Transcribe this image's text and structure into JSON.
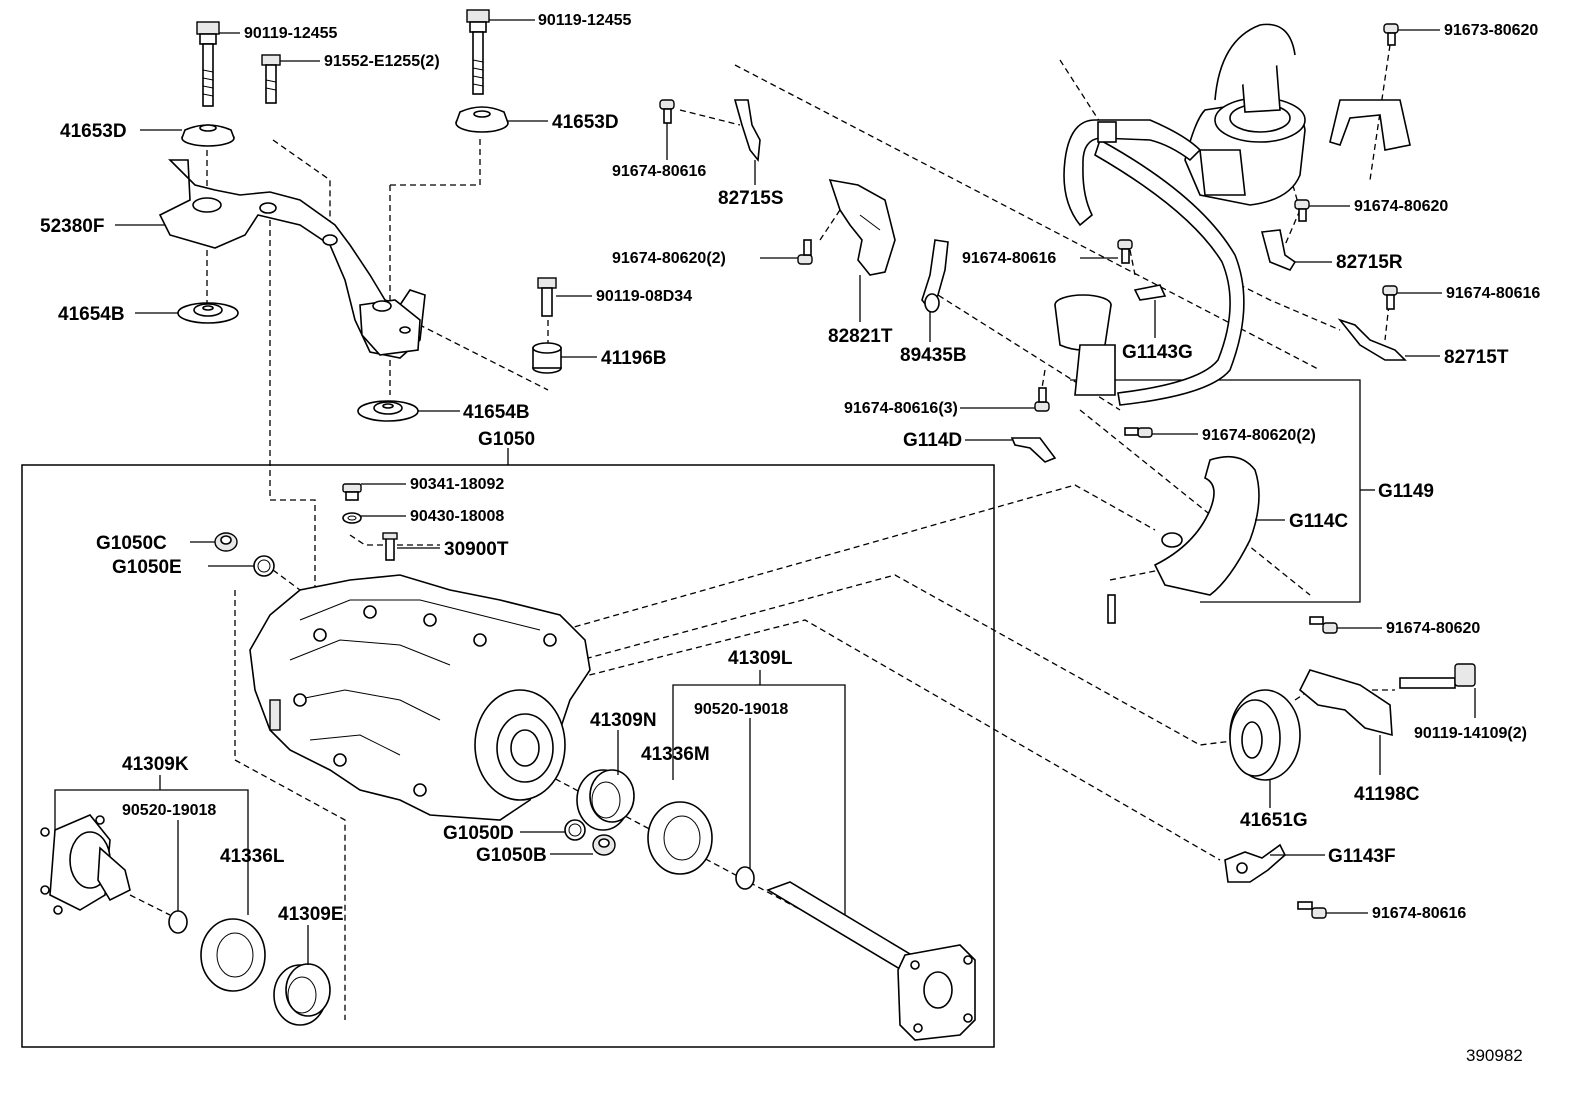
{
  "labels": {
    "b1": "90119-12455",
    "b2": "90119-12455",
    "b3": "91552-E1255(2)",
    "l41653D_a": "41653D",
    "l41653D_b": "41653D",
    "l52380F": "52380F",
    "l41654B_a": "41654B",
    "l41654B_b": "41654B",
    "b4": "90119-08D34",
    "l41196B": "41196B",
    "lG1050": "G1050",
    "b5": "91674-80616",
    "l82715S": "82715S",
    "b6": "91674-80620(2)",
    "l82821T": "82821T",
    "l89435B": "89435B",
    "b7": "91674-80616",
    "lG1143G": "G1143G",
    "b8": "91673-80620",
    "b9": "91674-80620",
    "l82715R": "82715R",
    "b10": "91674-80616",
    "l82715T": "82715T",
    "b11": "91674-80616(3)",
    "lG114D": "G114D",
    "b12": "91674-80620(2)",
    "lG1149": "G1149",
    "lG114C": "G114C",
    "b13": "91674-80620",
    "b14": "90341-18092",
    "b15": "90430-18008",
    "l30900T": "30900T",
    "lG1050C": "G1050C",
    "lG1050E": "G1050E",
    "l41309L": "41309L",
    "b16": "90520-19018",
    "l41309N": "41309N",
    "l41336M": "41336M",
    "lG1050D": "G1050D",
    "lG1050B": "G1050B",
    "l41309K": "41309K",
    "b17": "90520-19018",
    "l41336L": "41336L",
    "l41309E": "41309E",
    "b18": "90119-14109(2)",
    "l41198C": "41198C",
    "l41651G": "41651G",
    "lG1143F": "G1143F",
    "b19": "91674-80616",
    "ref": "390982"
  }
}
